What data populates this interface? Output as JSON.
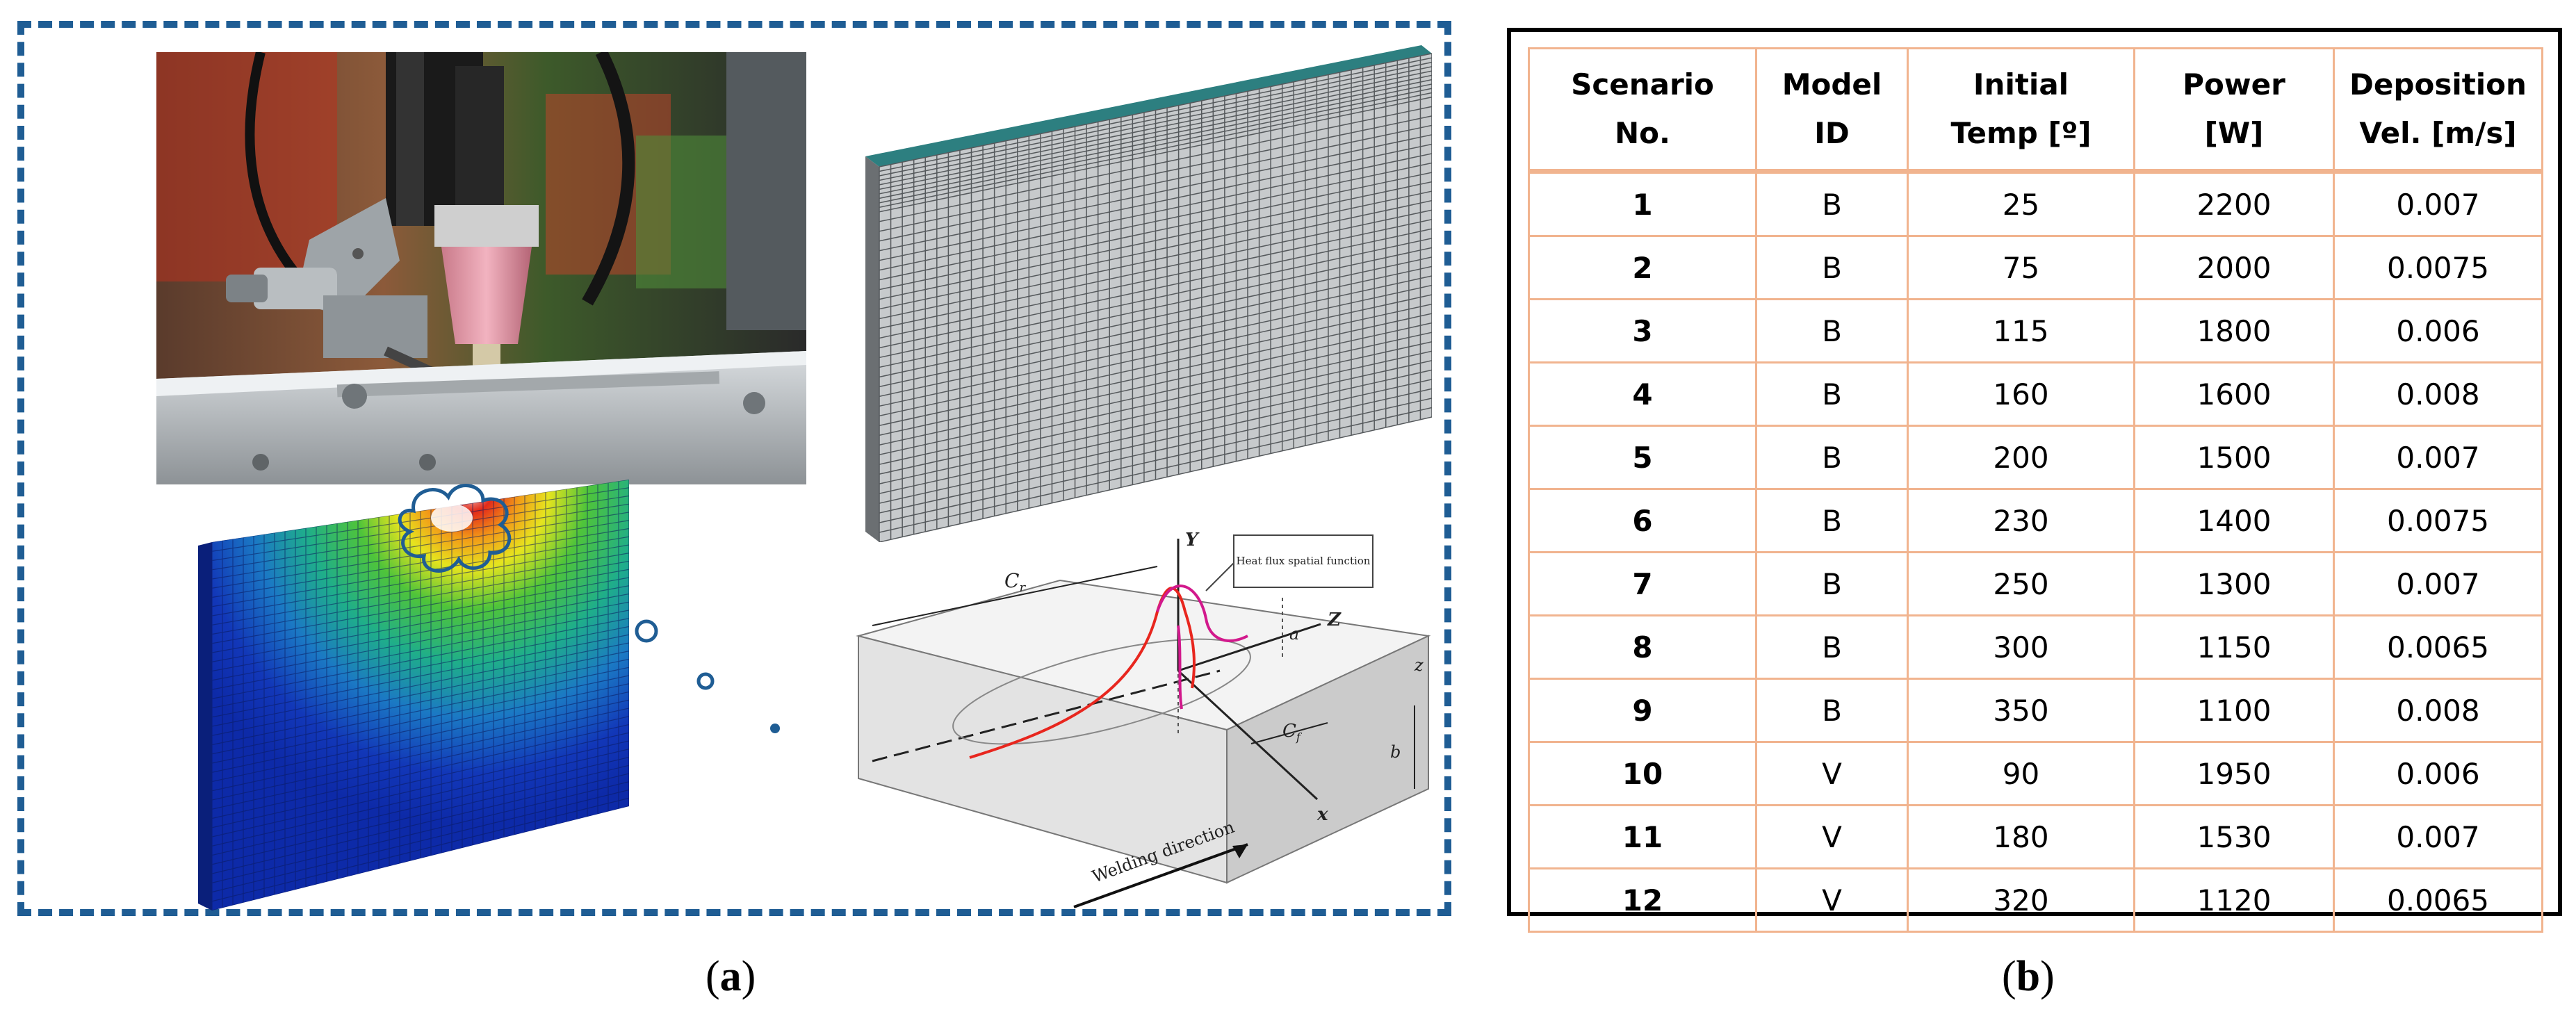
{
  "figure": {
    "caption_a": "a",
    "caption_b": "b"
  },
  "diagram": {
    "heat_flux_label": "Heat flux spatial function",
    "cr_label": "C",
    "cr_sub": "r",
    "cf_label": "C",
    "cf_sub": "f",
    "a_label": "a",
    "b_label": "b",
    "x_axis": "x",
    "y_axis": "Y",
    "z_axis": "Z",
    "z2_axis": "z",
    "welding_direction": "Welding direction"
  },
  "table": {
    "headers": [
      [
        "Scenario",
        "No."
      ],
      [
        "Model",
        "ID"
      ],
      [
        "Initial",
        "Temp [º]"
      ],
      [
        "Power",
        "[W]"
      ],
      [
        "Deposition",
        "Vel. [m/s]"
      ]
    ],
    "rows": [
      [
        "1",
        "B",
        "25",
        "2200",
        "0.007"
      ],
      [
        "2",
        "B",
        "75",
        "2000",
        "0.0075"
      ],
      [
        "3",
        "B",
        "115",
        "1800",
        "0.006"
      ],
      [
        "4",
        "B",
        "160",
        "1600",
        "0.008"
      ],
      [
        "5",
        "B",
        "200",
        "1500",
        "0.007"
      ],
      [
        "6",
        "B",
        "230",
        "1400",
        "0.0075"
      ],
      [
        "7",
        "B",
        "250",
        "1300",
        "0.007"
      ],
      [
        "8",
        "B",
        "300",
        "1150",
        "0.0065"
      ],
      [
        "9",
        "B",
        "350",
        "1100",
        "0.008"
      ],
      [
        "10",
        "V",
        "90",
        "1950",
        "0.006"
      ],
      [
        "11",
        "V",
        "180",
        "1530",
        "0.007"
      ],
      [
        "12",
        "V",
        "320",
        "1120",
        "0.0065"
      ]
    ]
  },
  "colors": {
    "dash_border": "#1f5d94",
    "table_grid": "#f1b48f"
  }
}
